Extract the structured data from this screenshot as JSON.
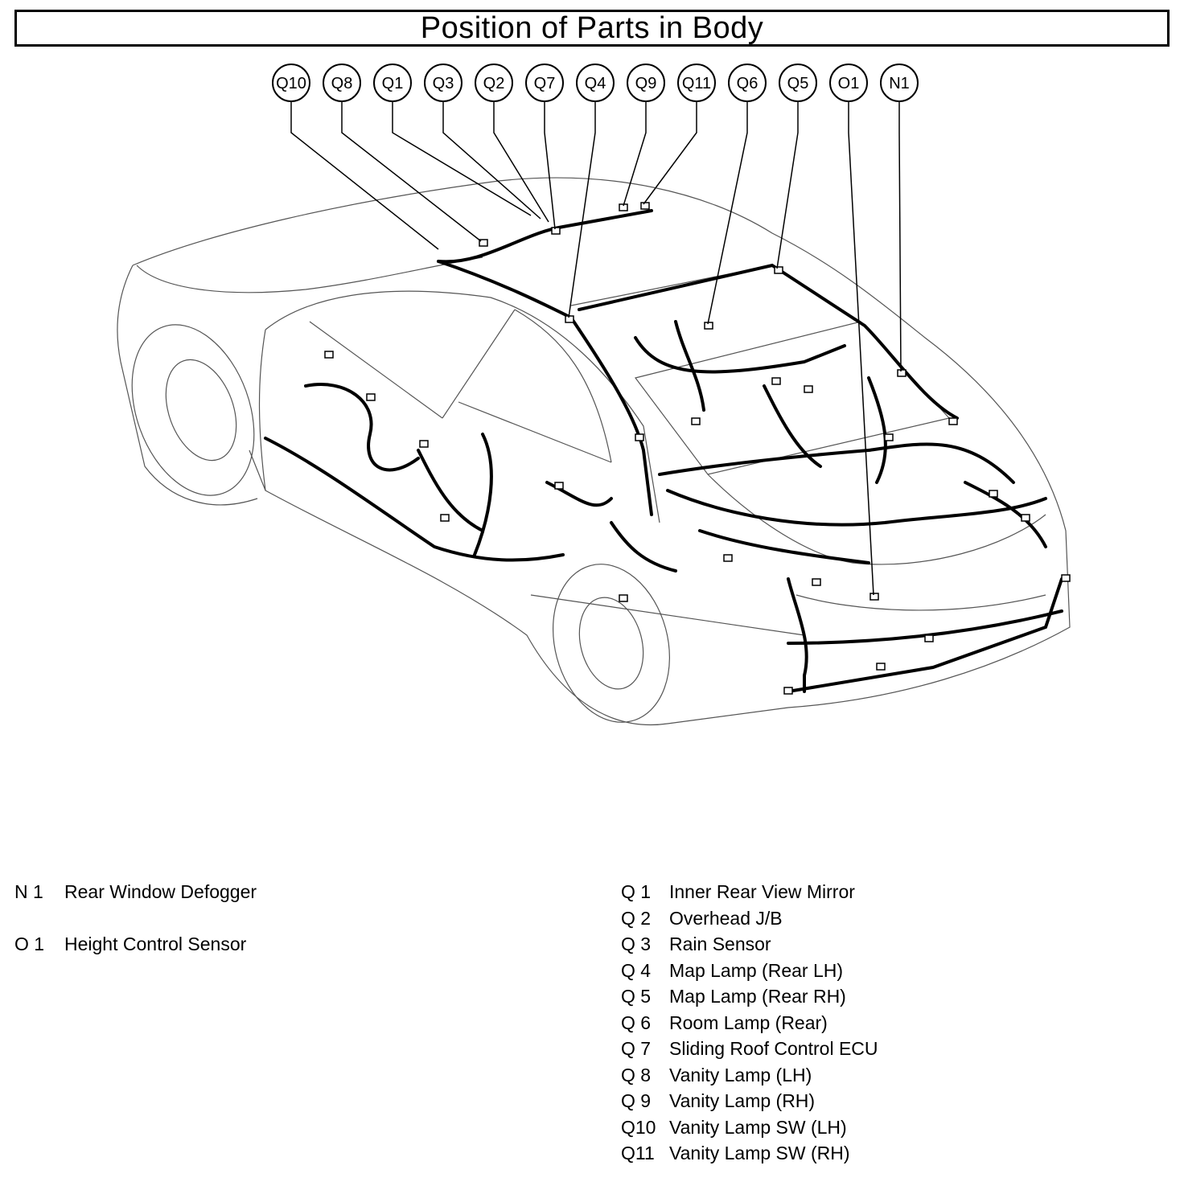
{
  "title": "Position of Parts in Body",
  "callouts": [
    "Q10",
    "Q8",
    "Q1",
    "Q3",
    "Q2",
    "Q7",
    "Q4",
    "Q9",
    "Q11",
    "Q6",
    "Q5",
    "O1",
    "N1"
  ],
  "legend_left": [
    {
      "code": "N  1",
      "name": "Rear Window Defogger"
    },
    {
      "code": "O  1",
      "name": "Height Control Sensor"
    }
  ],
  "legend_right": [
    {
      "code": "Q  1",
      "name": "Inner Rear View Mirror"
    },
    {
      "code": "Q  2",
      "name": "Overhead J/B"
    },
    {
      "code": "Q  3",
      "name": "Rain Sensor"
    },
    {
      "code": "Q  4",
      "name": "Map Lamp (Rear LH)"
    },
    {
      "code": "Q  5",
      "name": "Map Lamp (Rear RH)"
    },
    {
      "code": "Q  6",
      "name": "Room Lamp (Rear)"
    },
    {
      "code": "Q  7",
      "name": "Sliding Roof Control ECU"
    },
    {
      "code": "Q  8",
      "name": "Vanity Lamp (LH)"
    },
    {
      "code": "Q  9",
      "name": "Vanity Lamp (RH)"
    },
    {
      "code": "Q10",
      "name": "Vanity Lamp SW (LH)"
    },
    {
      "code": "Q11",
      "name": "Vanity Lamp SW (RH)"
    }
  ]
}
